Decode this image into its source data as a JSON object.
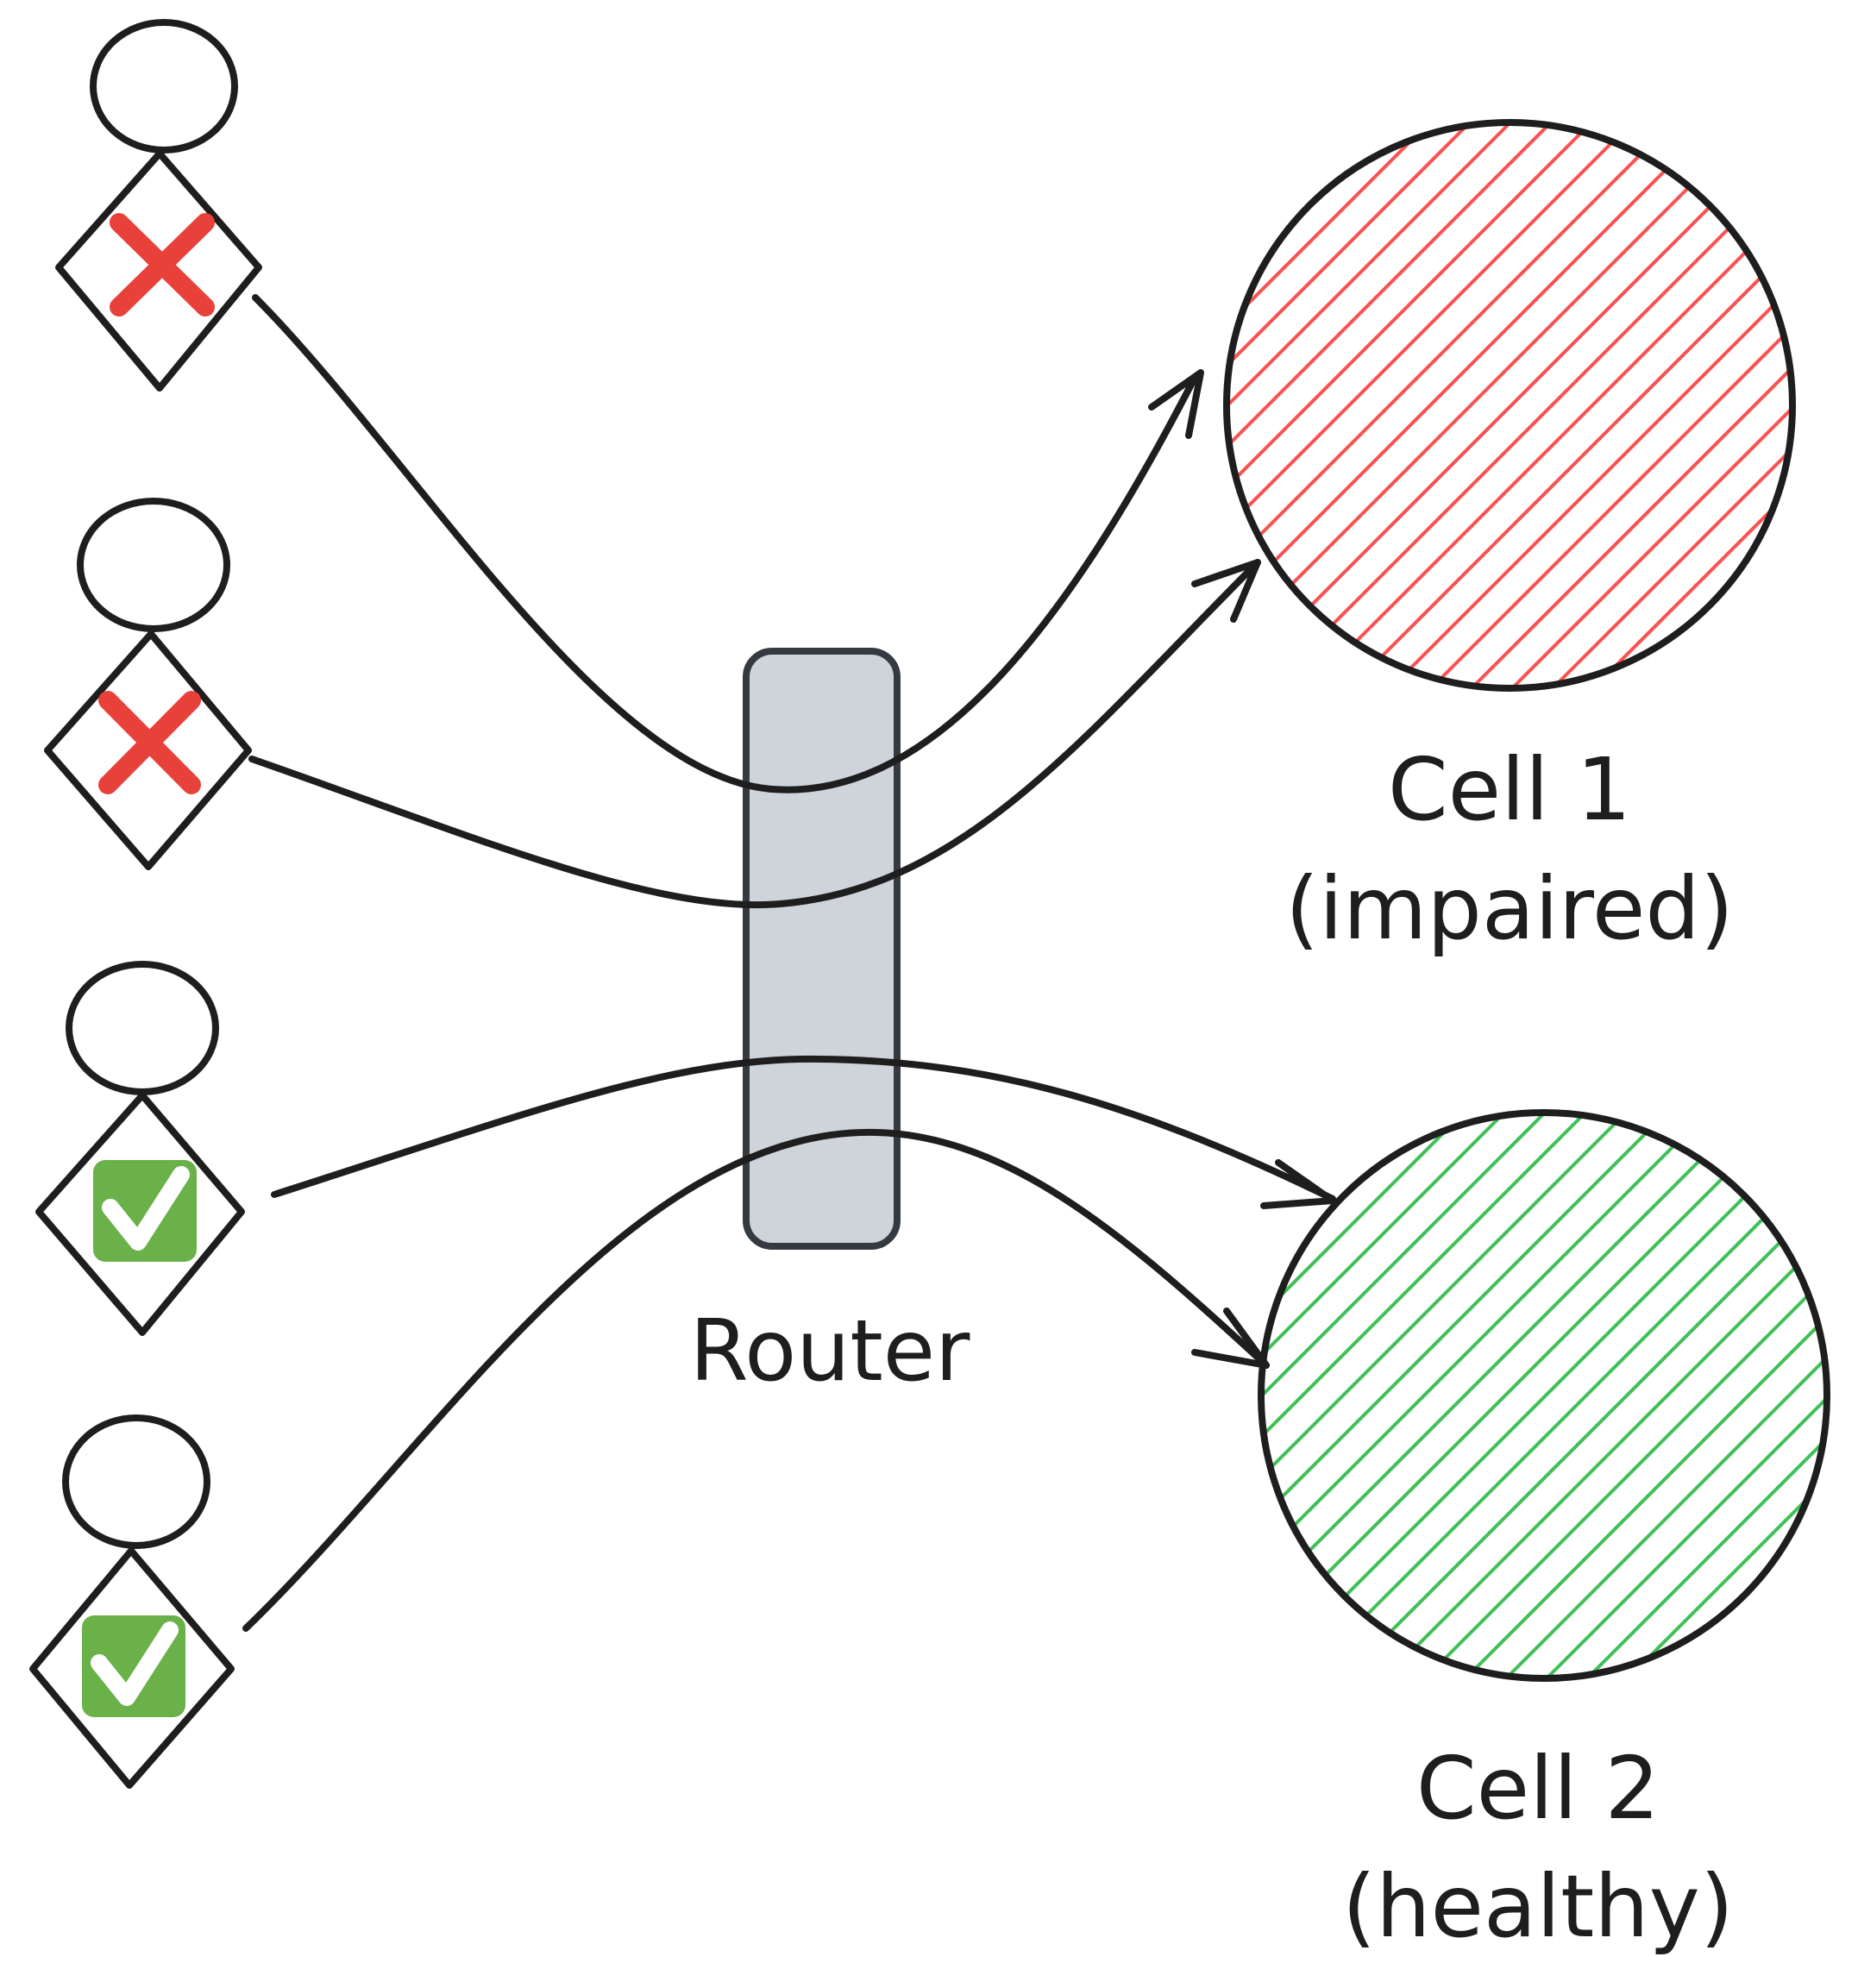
{
  "router": {
    "label": "Router",
    "fill": "#ced4da"
  },
  "cells": [
    {
      "name": "Cell 1",
      "status": "(impaired)",
      "hatch_color": "#fa5252"
    },
    {
      "name": "Cell 2",
      "status": "(healthy)",
      "hatch_color": "#40c057"
    }
  ],
  "clients": [
    {
      "badge": "x",
      "badge_color": "#e8413a",
      "routed_to": "Cell 1"
    },
    {
      "badge": "x",
      "badge_color": "#e8413a",
      "routed_to": "Cell 1"
    },
    {
      "badge": "check",
      "badge_color": "#6ab14a",
      "routed_to": "Cell 2"
    },
    {
      "badge": "check",
      "badge_color": "#6ab14a",
      "routed_to": "Cell 2"
    }
  ]
}
